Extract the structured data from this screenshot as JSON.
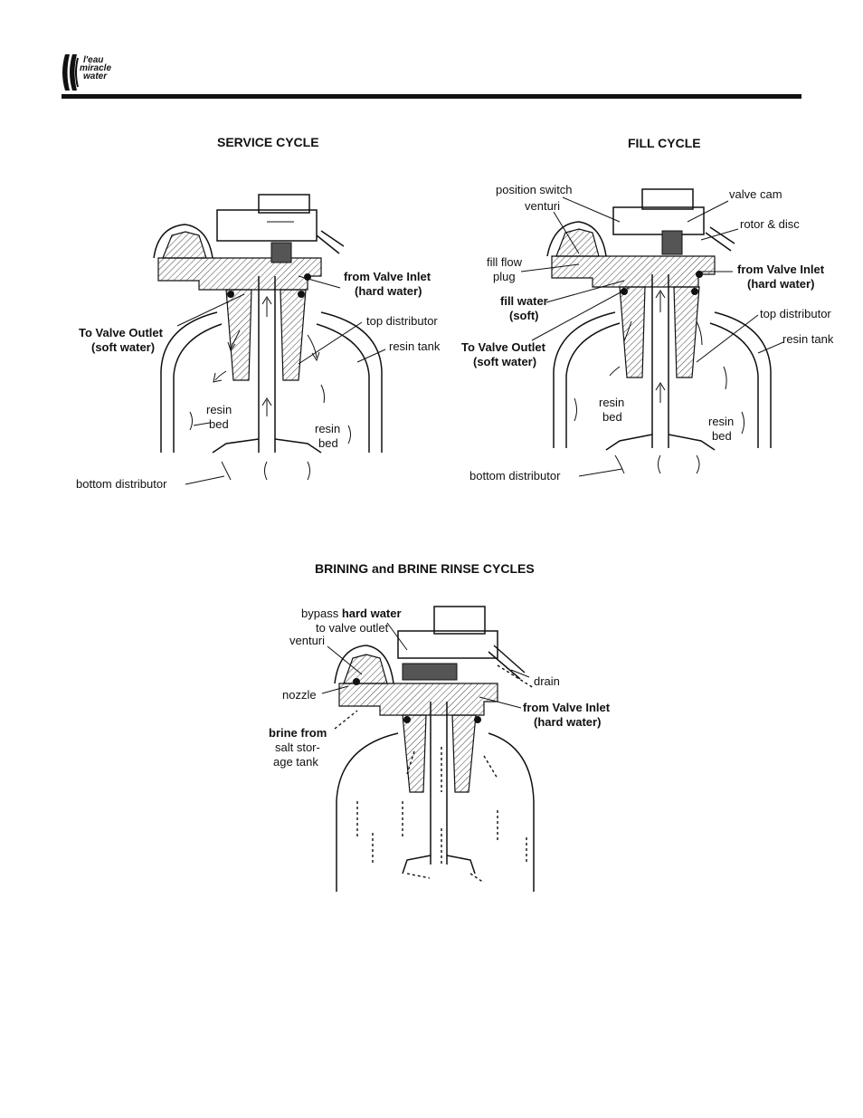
{
  "header": {
    "logo_lines": [
      "l'eau",
      "miracle",
      "water"
    ]
  },
  "service": {
    "title": "SERVICE CYCLE",
    "from_inlet": "from Valve Inlet",
    "hard_water": "(hard water)",
    "to_outlet": "To Valve Outlet",
    "soft_water": "(soft water)",
    "top_distributor": "top distributor",
    "resin_tank": "resin tank",
    "resin_bed_left_1": "resin",
    "resin_bed_left_2": "bed",
    "resin_bed_right_1": "resin",
    "resin_bed_right_2": "bed",
    "bottom_distributor": "bottom distributor"
  },
  "fill": {
    "title": "FILL CYCLE",
    "position_switch": "position switch",
    "venturi": "venturi",
    "valve_cam": "valve cam",
    "rotor_disc": "rotor & disc",
    "fill_flow_1": "fill flow",
    "fill_flow_2": "plug",
    "from_inlet": "from Valve Inlet",
    "hard_water": "(hard water)",
    "fill_water": "fill water",
    "fill_soft": "(soft)",
    "top_distributor": "top distributor",
    "resin_tank": "resin tank",
    "to_outlet": "To Valve Outlet",
    "soft_water": "(soft water)",
    "resin_bed_left_1": "resin",
    "resin_bed_left_2": "bed",
    "resin_bed_right_1": "resin",
    "resin_bed_right_2": "bed",
    "bottom_distributor": "bottom distributor"
  },
  "brining": {
    "title": "BRINING and BRINE RINSE CYCLES",
    "bypass_normal": "bypass ",
    "bypass_bold": "hard water",
    "to_valve_outlet": "to valve outlet",
    "venturi": "venturi",
    "nozzle": "nozzle",
    "drain": "drain",
    "from_inlet": "from Valve Inlet",
    "hard_water": "(hard water)",
    "brine_1": "brine from",
    "brine_2": "salt stor-",
    "brine_3": "age tank"
  }
}
